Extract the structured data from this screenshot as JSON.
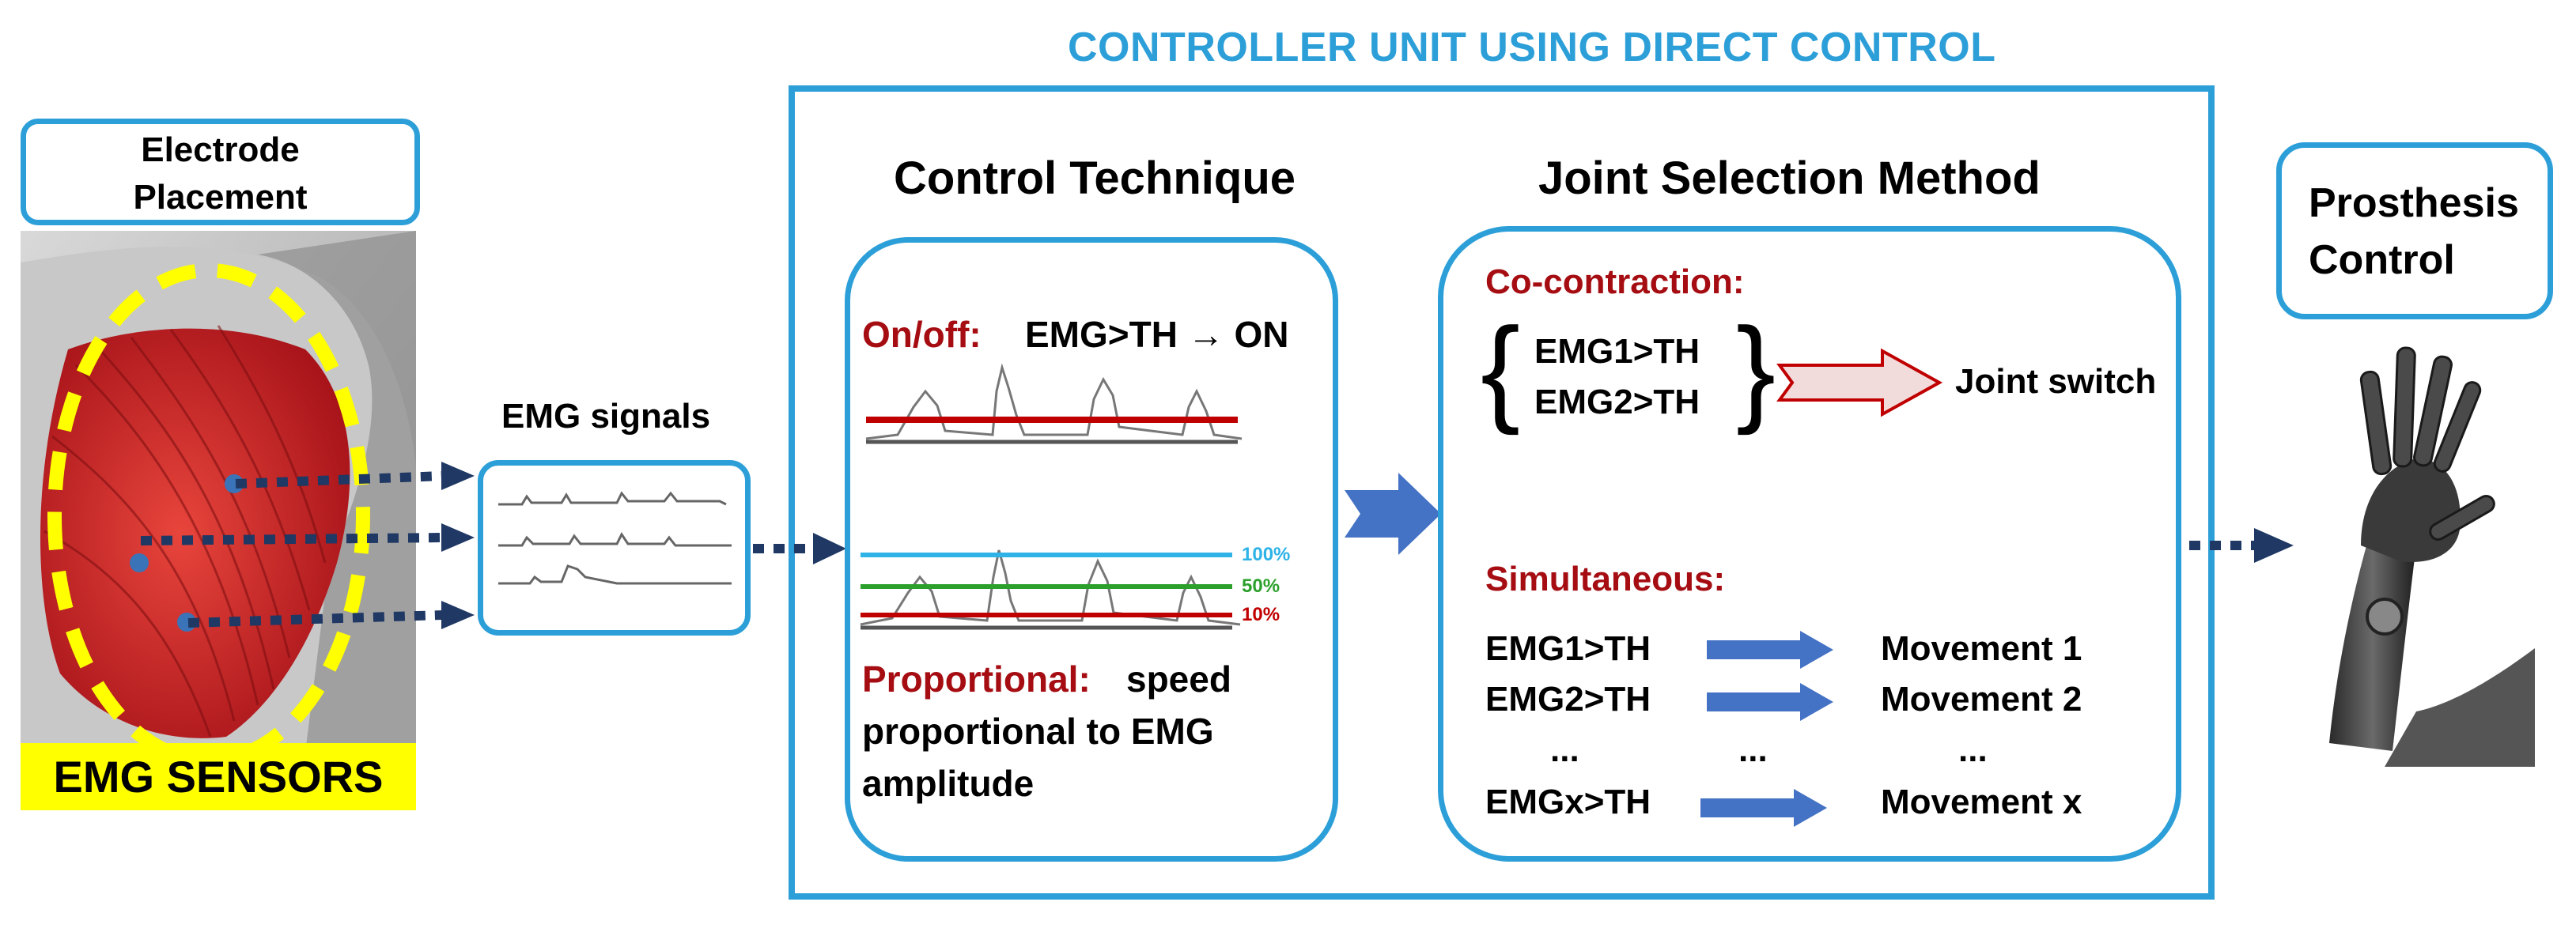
{
  "controller": {
    "title": "CONTROLLER UNIT USING DIRECT CONTROL"
  },
  "electrode": {
    "label_line1": "Electrode",
    "label_line2": "Placement",
    "sensors_label": "EMG SENSORS"
  },
  "signals": {
    "label": "EMG signals"
  },
  "control_technique": {
    "title": "Control Technique",
    "onoff_label": "On/off:",
    "onoff_rule": "EMG>TH → ON",
    "levels": [
      "100%",
      "50%",
      "10%"
    ],
    "proportional_label": "Proportional:",
    "proportional_line1": "speed",
    "proportional_line2": "proportional to EMG",
    "proportional_line3": "amplitude"
  },
  "joint_selection": {
    "title": "Joint Selection Method",
    "cocontraction_label": "Co-contraction:",
    "cocontraction_cond1": "EMG1>TH",
    "cocontraction_cond2": "EMG2>TH",
    "joint_switch": "Joint switch",
    "simultaneous_label": "Simultaneous:",
    "rows": [
      {
        "cond": "EMG1>TH",
        "movement": "Movement 1"
      },
      {
        "cond": "EMG2>TH",
        "movement": "Movement 2"
      },
      {
        "cond": "...",
        "mid": "...",
        "movement": "..."
      },
      {
        "cond": "EMGx>TH",
        "movement": "Movement x"
      }
    ]
  },
  "prosthesis": {
    "label_line1": "Prosthesis",
    "label_line2": "Control"
  },
  "colors": {
    "box_blue": "#2d9fd8",
    "label_red": "#a50d12",
    "arrow_navy": "#1f3864",
    "arrow_blue": "#4472c4",
    "sensor_yellow": "#ffff00",
    "line_red": "#c00000",
    "line_green": "#2ca02c",
    "line_cyan": "#2db3e6"
  }
}
